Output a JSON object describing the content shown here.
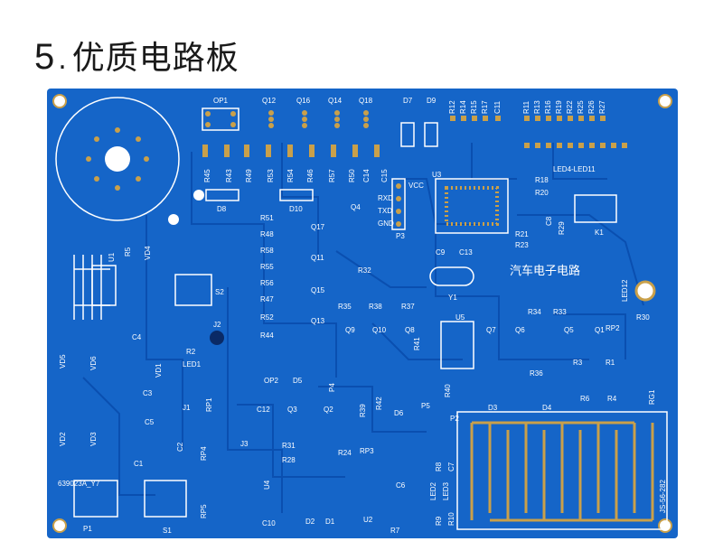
{
  "heading": {
    "number": "5",
    "dot": ".",
    "title": "优质电路板"
  },
  "board": {
    "colors": {
      "substrate": "#1565c8",
      "trace": "#0a4fb0",
      "silk": "#ffffff",
      "pad": "#c9a04a",
      "slot": "#0f5ab8"
    },
    "top_labels": [
      "OP1",
      "Q12",
      "Q16",
      "Q14",
      "Q18",
      "D7",
      "D9"
    ],
    "top_resistors": [
      "R12",
      "R14",
      "R15",
      "R17",
      "C11",
      "R11",
      "R13",
      "R16",
      "R19",
      "R22",
      "R25",
      "R26",
      "R27"
    ],
    "row2_labels": [
      "R45",
      "R43",
      "R49",
      "R53",
      "R54",
      "R46",
      "R57",
      "R50",
      "C14",
      "C15"
    ],
    "led_range": "LED4-LED11",
    "d8": "D8",
    "d10": "D10",
    "vcc": "VCC",
    "rxd": "RXD",
    "txd": "TXD",
    "gnd": "GND",
    "p3": "P3",
    "u3": "U3",
    "q4": "Q4",
    "r32": "R32",
    "r18": "R18",
    "r20": "R20",
    "r21": "R21",
    "r23": "R23",
    "c8": "C8",
    "r29": "R29",
    "k1": "K1",
    "c9": "C9",
    "c13": "C13",
    "y1": "Y1",
    "cn_title": "汽车电子电路",
    "led12": "LED12",
    "mid_resistors": [
      "R51",
      "R48",
      "R58",
      "R55",
      "R56",
      "R47",
      "R52",
      "R44"
    ],
    "mid_transistors": [
      "Q17",
      "Q11",
      "Q15",
      "Q13"
    ],
    "s2": "S2",
    "j2": "J2",
    "u1": "U1",
    "r5": "R5",
    "vd4": "VD4",
    "r35": "R35",
    "r38": "R38",
    "r37": "R37",
    "q9": "Q9",
    "q10": "Q10",
    "q8": "Q8",
    "u5": "U5",
    "r41": "R41",
    "q7": "Q7",
    "q6": "Q6",
    "q5": "Q5",
    "q1": "Q1",
    "r34": "R34",
    "r33": "R33",
    "r30": "R30",
    "rp2": "RP2",
    "r36": "R36",
    "r3": "R3",
    "r1": "R1",
    "r6": "R6",
    "r4": "R4",
    "rg1": "RG1",
    "d3": "D3",
    "d4": "D4",
    "c4": "C4",
    "r2": "R2",
    "led1": "LED1",
    "vd1": "VD1",
    "vd5": "VD5",
    "vd6": "VD6",
    "c3": "C3",
    "j1": "J1",
    "rp1": "RP1",
    "op2": "OP2",
    "d5": "D5",
    "p4": "P4",
    "r39": "R39",
    "r42": "R42",
    "d6": "D6",
    "p5": "P5",
    "r40": "R40",
    "vd2": "VD2",
    "vd3": "VD3",
    "c5": "C5",
    "c2": "C2",
    "c1": "C1",
    "c12": "C12",
    "q3": "Q3",
    "q2": "Q2",
    "j3": "J3",
    "r31": "R31",
    "r28": "R28",
    "r24": "R24",
    "rp4": "RP4",
    "rp3": "RP3",
    "u4": "U4",
    "rp5": "RP5",
    "p2": "P2",
    "bottom_right_cluster": [
      "R8",
      "C7",
      "R9",
      "LED2",
      "LED3",
      "C6",
      "R10"
    ],
    "u2": "U2",
    "r7": "R7",
    "c10": "C10",
    "d2": "D2",
    "d1": "D1",
    "s1": "S1",
    "p1": "P1",
    "serial": "639023A_Y7",
    "footer_code": "JS-56-282"
  }
}
